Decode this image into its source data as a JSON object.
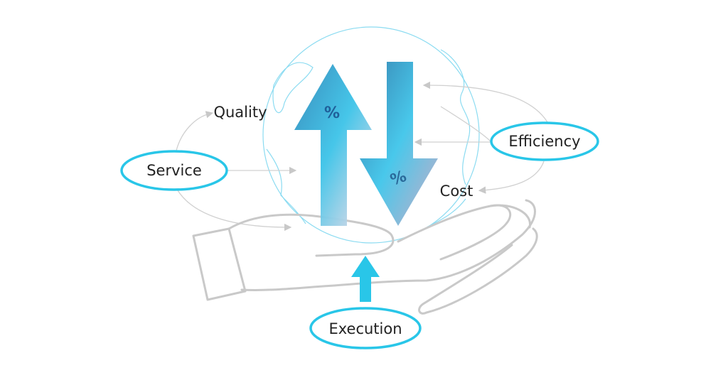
{
  "labels": {
    "quality": "Quality",
    "service": "Service",
    "efficiency": "Efficiency",
    "cost": "Cost",
    "execution": "Execution"
  },
  "arrows": {
    "up_symbol": "%",
    "down_symbol": "%"
  },
  "colors": {
    "accent": "#29c6e8",
    "arrow_light": "#3ec8ea",
    "arrow_dark": "#2a7fb0",
    "line": "#c8c8c8"
  }
}
